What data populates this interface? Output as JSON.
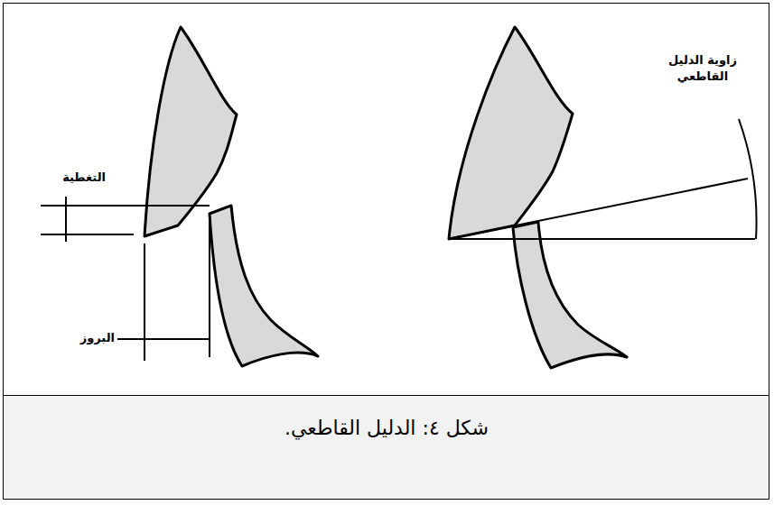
{
  "diagram": {
    "caption": "شكل ٤: الدليل القاطعي.",
    "labels": [
      "التغطية",
      "البروز",
      "زاوية الدليل القاطعي"
    ]
  }
}
